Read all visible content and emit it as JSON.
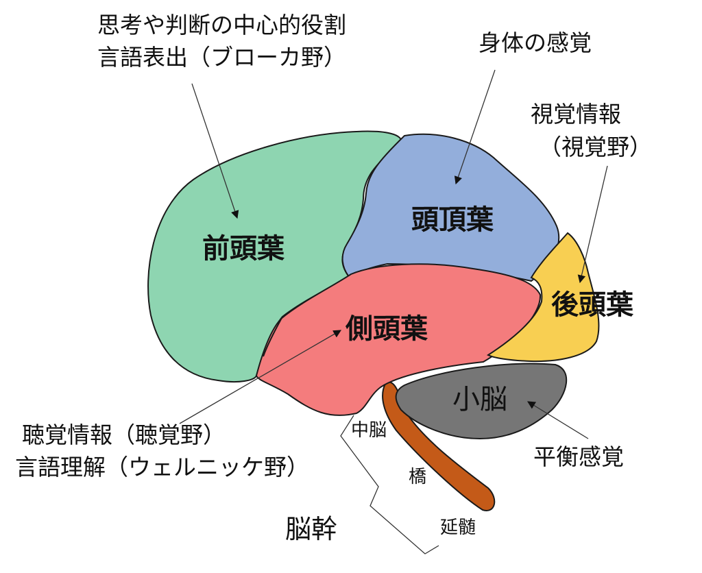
{
  "lobes": {
    "frontal": {
      "label": "前頭葉",
      "color": "#8ed5b1"
    },
    "parietal": {
      "label": "頭頂葉",
      "color": "#93aedb"
    },
    "temporal": {
      "label": "側頭葉",
      "color": "#f47c7d"
    },
    "occipital": {
      "label": "後頭葉",
      "color": "#f8cf52"
    },
    "cerebellum": {
      "label": "小脳",
      "color": "#767676"
    },
    "brainstem": {
      "color": "#c45a18"
    }
  },
  "annotations": {
    "frontal_line1": "思考や判断の中心的役割",
    "frontal_line2": "言語表出（ブローカ野）",
    "parietal": "身体の感覚",
    "occipital_line1": "視覚情報",
    "occipital_line2": "（視覚野）",
    "temporal_line1": "聴覚情報（聴覚野）",
    "temporal_line2": "言語理解（ウェルニッケ野）",
    "cerebellum": "平衡感覚"
  },
  "brainstem": {
    "title": "脳幹",
    "parts": [
      "中脳",
      "橋",
      "延髄"
    ]
  }
}
